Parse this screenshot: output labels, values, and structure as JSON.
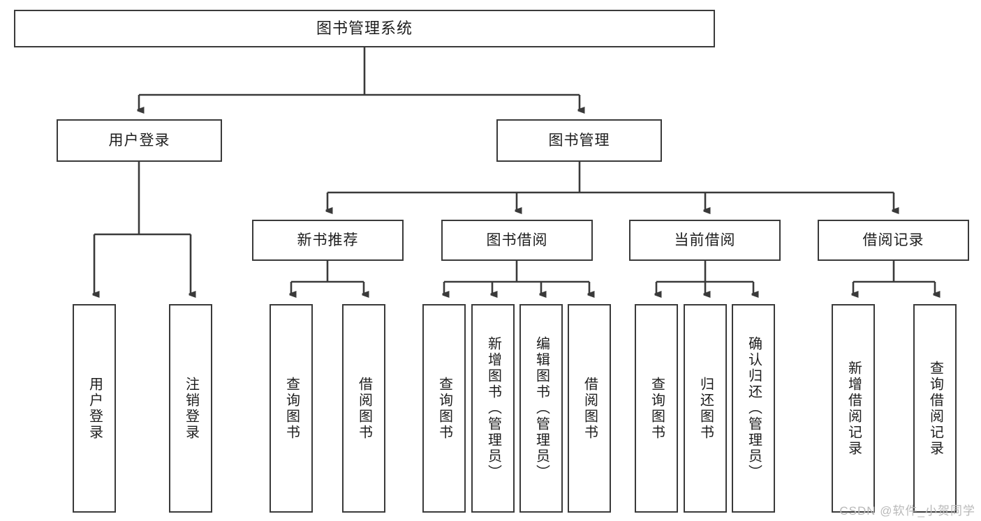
{
  "diagram": {
    "title": "图书管理系统",
    "type": "hierarchy-tree",
    "levels": 4,
    "colors": {
      "box_border": "#3a3a3a",
      "box_fill": "#ffffff",
      "connector": "#3a3a3a",
      "text": "#1d1d1d",
      "watermark": "#b9b9b9"
    },
    "root": {
      "label": "图书管理系统"
    },
    "level2": [
      {
        "id": "user-login",
        "label": "用户登录"
      },
      {
        "id": "book-management",
        "label": "图书管理"
      }
    ],
    "level3": [
      {
        "id": "new-book-recommend",
        "label": "新书推荐",
        "parent": "book-management"
      },
      {
        "id": "book-borrow",
        "label": "图书借阅",
        "parent": "book-management"
      },
      {
        "id": "current-borrow",
        "label": "当前借阅",
        "parent": "book-management"
      },
      {
        "id": "borrow-record",
        "label": "借阅记录",
        "parent": "book-management"
      }
    ],
    "leaves": [
      {
        "id": "leaf-user-login",
        "label": "用户登录",
        "parent": "user-login"
      },
      {
        "id": "leaf-logout-login",
        "label": "注销登录",
        "parent": "user-login"
      },
      {
        "id": "leaf-query-book-1",
        "label": "查询图书",
        "parent": "new-book-recommend"
      },
      {
        "id": "leaf-borrow-book-1",
        "label": "借阅图书",
        "parent": "new-book-recommend"
      },
      {
        "id": "leaf-query-book-2",
        "label": "查询图书",
        "parent": "book-borrow"
      },
      {
        "id": "leaf-add-book",
        "label": "新增图书（管理员）",
        "parent": "book-borrow"
      },
      {
        "id": "leaf-edit-book",
        "label": "编辑图书（管理员）",
        "parent": "book-borrow"
      },
      {
        "id": "leaf-borrow-book-2",
        "label": "借阅图书",
        "parent": "book-borrow"
      },
      {
        "id": "leaf-query-book-3",
        "label": "查询图书",
        "parent": "current-borrow"
      },
      {
        "id": "leaf-return-book",
        "label": "归还图书",
        "parent": "current-borrow"
      },
      {
        "id": "leaf-confirm-return",
        "label": "确认归还（管理员）",
        "parent": "current-borrow"
      },
      {
        "id": "leaf-add-borrow-record",
        "label": "新增借阅记录",
        "parent": "borrow-record"
      },
      {
        "id": "leaf-query-borrow-record",
        "label": "查询借阅记录",
        "parent": "borrow-record"
      }
    ]
  },
  "watermark": {
    "text": "CSDN @软件_小贺同学"
  }
}
